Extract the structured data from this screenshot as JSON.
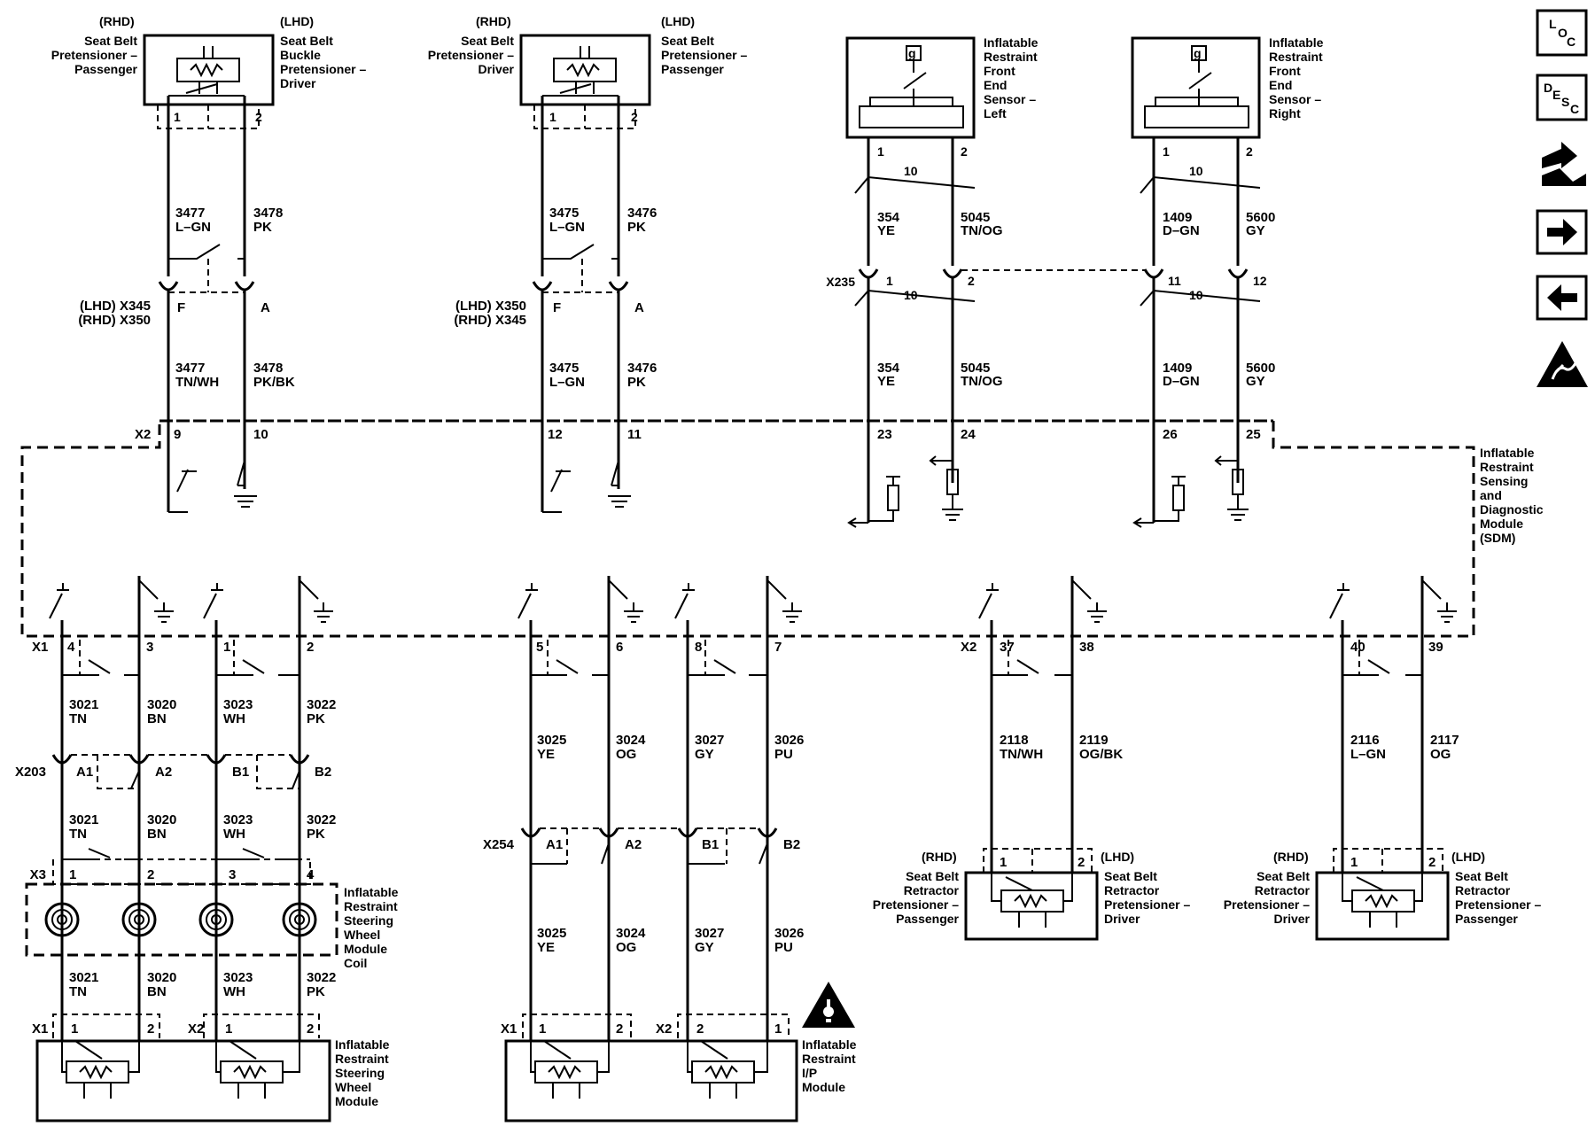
{
  "modules": {
    "sbp_rhd_passenger": {
      "tag": "(RHD)",
      "name": [
        "Seat Belt",
        "Pretensioner –",
        "Passenger"
      ]
    },
    "sbbp_lhd_driver": {
      "tag": "(LHD)",
      "name": [
        "Seat Belt",
        "Buckle",
        "Pretensioner –",
        "Driver"
      ]
    },
    "sbp_rhd_driver": {
      "tag": "(RHD)",
      "name": [
        "Seat Belt",
        "Pretensioner –",
        "Driver"
      ]
    },
    "sbp_lhd_passenger": {
      "tag": "(LHD)",
      "name": [
        "Seat Belt",
        "Pretensioner –",
        "Passenger"
      ]
    },
    "front_sensor_left": {
      "name": [
        "Inflatable",
        "Restraint",
        "Front",
        "End",
        "Sensor –",
        "Left"
      ]
    },
    "front_sensor_right": {
      "name": [
        "Inflatable",
        "Restraint",
        "Front",
        "End",
        "Sensor –",
        "Right"
      ]
    },
    "sdm": {
      "name": [
        "Inflatable",
        "Restraint",
        "Sensing",
        "and",
        "Diagnostic",
        "Module",
        "(SDM)"
      ]
    },
    "sw_coil": {
      "name": [
        "Inflatable",
        "Restraint",
        "Steering",
        "Wheel",
        "Module",
        "Coil"
      ]
    },
    "sw_module": {
      "name": [
        "Inflatable",
        "Restraint",
        "Steering",
        "Wheel",
        "Module"
      ]
    },
    "ip_module": {
      "name": [
        "Inflatable",
        "Restraint",
        "I/P",
        "Module"
      ]
    },
    "retractor_left": {
      "tag_l": "(RHD)",
      "tag_r": "(LHD)",
      "name_l": [
        "Seat Belt",
        "Retractor",
        "Pretensioner –",
        "Passenger"
      ],
      "name_r": [
        "Seat Belt",
        "Retractor",
        "Pretensioner –",
        "Driver"
      ]
    },
    "retractor_right": {
      "tag_l": "(RHD)",
      "tag_r": "(LHD)",
      "name_l": [
        "Seat Belt",
        "Retractor",
        "Pretensioner –",
        "Driver"
      ],
      "name_r": [
        "Seat Belt",
        "Retractor",
        "Pretensioner –",
        "Passenger"
      ]
    }
  },
  "connectors": {
    "x345_group1": [
      "(LHD) X345",
      "(RHD) X350"
    ],
    "x350_group2": [
      "(LHD) X350",
      "(RHD) X345"
    ],
    "x235": "X235",
    "x2": "X2",
    "x1": "X1",
    "x203": "X203",
    "x3": "X3",
    "x254": "X254"
  },
  "pins": {
    "g1": [
      "1",
      "2",
      "F",
      "A",
      "9",
      "10"
    ],
    "g2": [
      "1",
      "2",
      "F",
      "A",
      "12",
      "11"
    ],
    "g3": [
      "1",
      "2",
      "1",
      "2",
      "23",
      "24"
    ],
    "g4": [
      "1",
      "2",
      "11",
      "12",
      "26",
      "25"
    ],
    "x1_sdm": [
      "4",
      "3",
      "1",
      "2",
      "5",
      "6",
      "8",
      "7"
    ],
    "x2_sdm": [
      "37",
      "38",
      "40",
      "39"
    ],
    "x203": [
      "A1",
      "A2",
      "B1",
      "B2"
    ],
    "x254": [
      "A1",
      "A2",
      "B1",
      "B2"
    ],
    "x3": [
      "1",
      "2",
      "3",
      "4"
    ],
    "swm": [
      "1",
      "2",
      "1",
      "2"
    ],
    "ipm": [
      "1",
      "2",
      "2",
      "1"
    ],
    "ret": [
      "1",
      "2",
      "1",
      "2"
    ]
  },
  "twist_count": "10",
  "wires": {
    "g1_top": [
      [
        "3477",
        "L–GN"
      ],
      [
        "3478",
        "PK"
      ]
    ],
    "g1_bot": [
      [
        "3477",
        "TN/WH"
      ],
      [
        "3478",
        "PK/BK"
      ]
    ],
    "g2_top": [
      [
        "3475",
        "L–GN"
      ],
      [
        "3476",
        "PK"
      ]
    ],
    "g2_bot": [
      [
        "3475",
        "L–GN"
      ],
      [
        "3476",
        "PK"
      ]
    ],
    "g3_top": [
      [
        "354",
        "YE"
      ],
      [
        "5045",
        "TN/OG"
      ]
    ],
    "g3_bot": [
      [
        "354",
        "YE"
      ],
      [
        "5045",
        "TN/OG"
      ]
    ],
    "g4_top": [
      [
        "1409",
        "D–GN"
      ],
      [
        "5600",
        "GY"
      ]
    ],
    "g4_bot": [
      [
        "1409",
        "D–GN"
      ],
      [
        "5600",
        "GY"
      ]
    ],
    "sw_a": [
      [
        "3021",
        "TN"
      ],
      [
        "3020",
        "BN"
      ],
      [
        "3023",
        "WH"
      ],
      [
        "3022",
        "PK"
      ]
    ],
    "sw_b": [
      [
        "3021",
        "TN"
      ],
      [
        "3020",
        "BN"
      ],
      [
        "3023",
        "WH"
      ],
      [
        "3022",
        "PK"
      ]
    ],
    "sw_c": [
      [
        "3021",
        "TN"
      ],
      [
        "3020",
        "BN"
      ],
      [
        "3023",
        "WH"
      ],
      [
        "3022",
        "PK"
      ]
    ],
    "ip_a": [
      [
        "3025",
        "YE"
      ],
      [
        "3024",
        "OG"
      ],
      [
        "3027",
        "GY"
      ],
      [
        "3026",
        "PU"
      ]
    ],
    "ip_b": [
      [
        "3025",
        "YE"
      ],
      [
        "3024",
        "OG"
      ],
      [
        "3027",
        "GY"
      ],
      [
        "3026",
        "PU"
      ]
    ],
    "ret_l": [
      [
        "2118",
        "TN/WH"
      ],
      [
        "2119",
        "OG/BK"
      ]
    ],
    "ret_r": [
      [
        "2116",
        "L–GN"
      ],
      [
        "2117",
        "OG"
      ]
    ]
  },
  "nav": {
    "loc": [
      "L",
      "O",
      "C"
    ],
    "desc": [
      "D",
      "E",
      "S",
      "C"
    ],
    "connector_icon": "connector-icon",
    "next_icon": "arrow-right-icon",
    "prev_icon": "arrow-left-icon",
    "esd_icon": "esd-warning-icon"
  }
}
